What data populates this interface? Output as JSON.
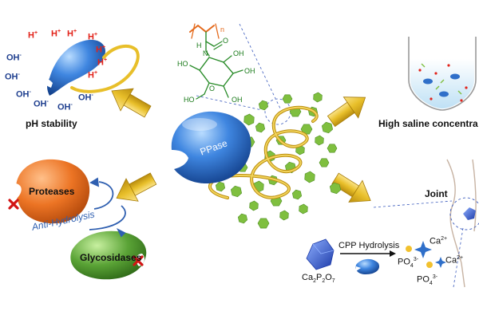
{
  "panels": {
    "ph": {
      "caption": "pH stability",
      "h_ion": "H",
      "h_charge": "+",
      "oh_ion": "OH",
      "oh_charge": "-"
    },
    "saline": {
      "caption": "High saline concentra"
    },
    "hydrolysis": {
      "protease": "Proteases",
      "glycosidase": "Glycosidases",
      "anti": "Anti-Hydrolysis"
    },
    "center": {
      "enzyme": "PPase"
    },
    "polymer": {
      "atoms": {
        "hydroxyl": "HO",
        "hydroxyl_right": "OH",
        "oxygen": "O",
        "nitrogen": "N",
        "hydrogen": "H",
        "repeat": "n"
      }
    },
    "joint": {
      "title": "Joint",
      "cpp_label": "CPP Hydrolysis",
      "substrate": {
        "base": "Ca",
        "sub1": "2",
        "mid": "P",
        "sub2": "2",
        "end": "O",
        "sub3": "7"
      },
      "calcium": {
        "base": "Ca",
        "charge": "2+"
      },
      "phosphate": {
        "base": "PO",
        "sub": "4",
        "charge": "3-"
      }
    }
  },
  "colors": {
    "enzyme_blue": "#2f6fc9",
    "protease_orange": "#e46a1c",
    "glycosidase_green": "#5aa336",
    "arrow_gold": "#e8bf2a",
    "sugar_green": "#7fbf3f",
    "ion_red": "#e2231a",
    "ion_blue": "#1f3f8f"
  }
}
